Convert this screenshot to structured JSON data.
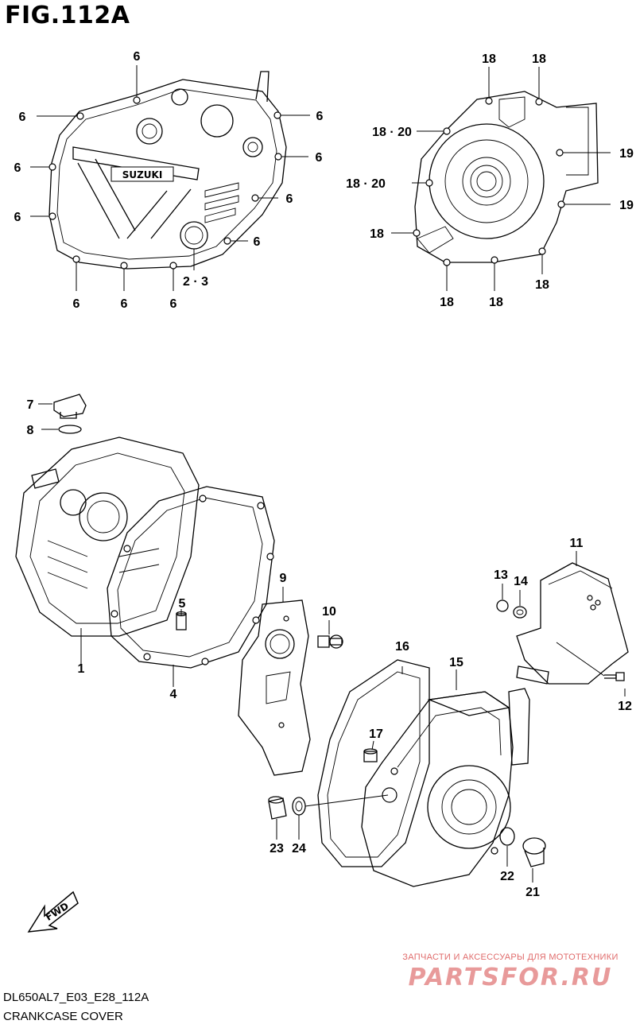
{
  "figure": {
    "title": "FIG.112A",
    "model_code": "DL650AL7_E03_E28_112A",
    "section_name": "CRANKCASE COVER"
  },
  "watermark": {
    "subtitle": "ЗАПЧАСТИ И АКСЕССУАРЫ ДЛЯ МОТОТЕХНИКИ",
    "brand": "PARTSFOR.RU"
  },
  "cover_logo": "SUZUKI",
  "fwd_label": "FWD",
  "callouts": {
    "clutch_cover_bolt": "6",
    "oil_filler_cap_ref": "2 · 3",
    "generator_cover_bolt": "18",
    "generator_cover_bolt_alt": "18 · 20",
    "generator_cover_bolt_b": "19",
    "crankcase_cover": "1",
    "gasket": "4",
    "dowel_pin": "5",
    "oil_filler_cap": "7",
    "o_ring": "8",
    "plate": "9",
    "bolt": "10",
    "cover_guard": "11",
    "guard_bolt": "12",
    "cushion": "13",
    "spacer": "14",
    "generator_cover": "15",
    "generator_gasket": "16",
    "generator_dowel_pin": "17",
    "timing_plug": "21",
    "timing_o_ring": "22",
    "plug": "23",
    "gasket_washer": "24"
  },
  "colors": {
    "line": "#000000",
    "watermark_main": "#e89a9a",
    "watermark_sub": "#e06b6b"
  }
}
